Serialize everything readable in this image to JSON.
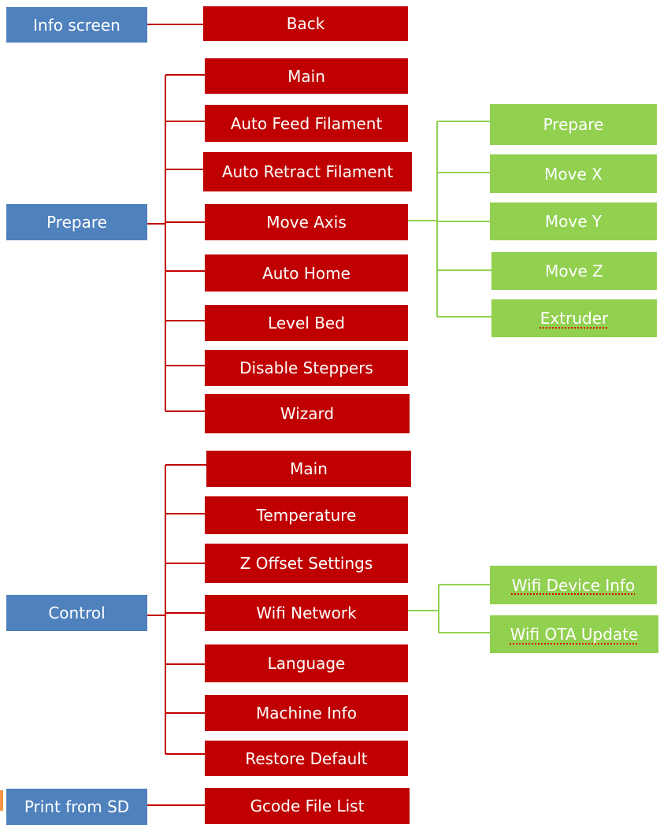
{
  "colors": {
    "root": "#4f81bd",
    "menu": "#c00000",
    "submenu": "#92d050",
    "menu_line": "#c00000",
    "submenu_line": "#92d050"
  },
  "info": {
    "root": "Info screen",
    "items": [
      "Back"
    ]
  },
  "prepare": {
    "root": "Prepare",
    "items": [
      "Main",
      "Auto Feed Filament",
      "Auto Retract Filament",
      "Move Axis",
      "Auto Home",
      "Level Bed",
      "Disable Steppers",
      "Wizard"
    ],
    "move_axis_items": [
      "Prepare",
      "Move X",
      "Move Y",
      "Move Z",
      "Extruder"
    ]
  },
  "control": {
    "root": "Control",
    "items": [
      "Main",
      "Temperature",
      "Z Offset Settings",
      "Wifi Network",
      "Language",
      "Machine Info",
      "Restore Default"
    ],
    "wifi_items": [
      "Wifi Device Info",
      "Wifi OTA Update"
    ]
  },
  "print": {
    "root": "Print from SD",
    "items": [
      "Gcode File List"
    ]
  }
}
